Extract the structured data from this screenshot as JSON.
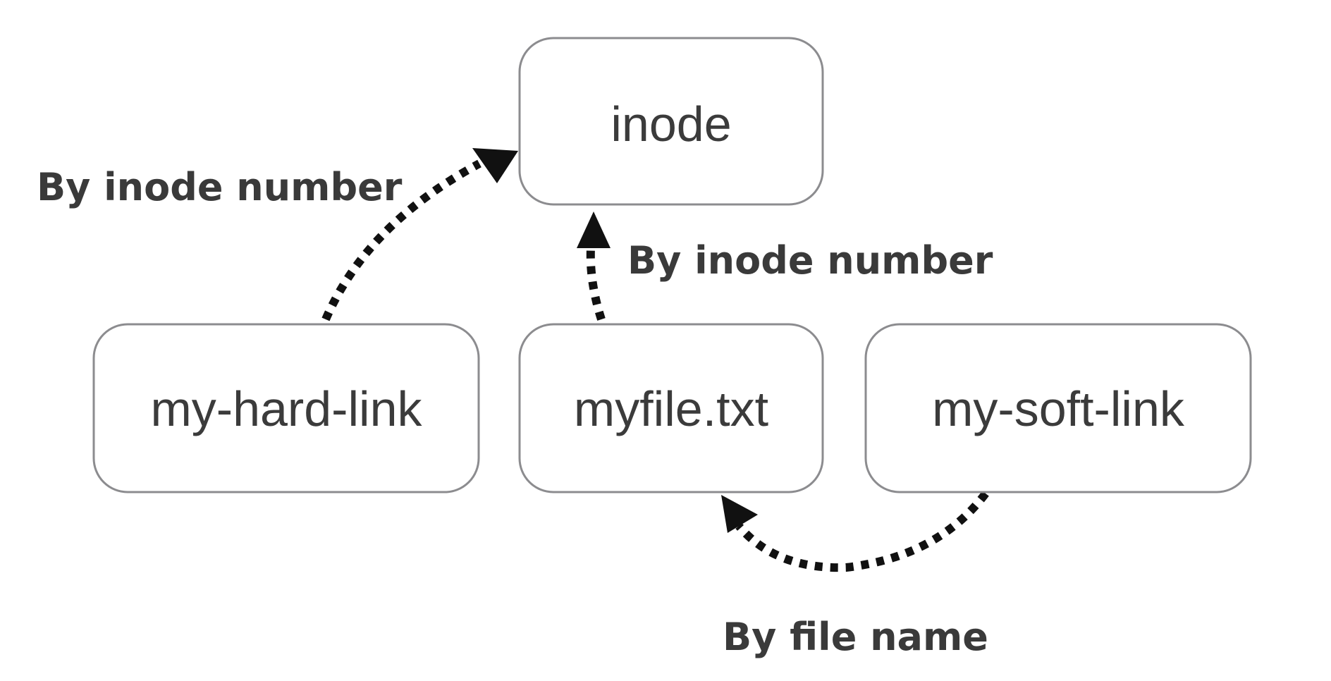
{
  "diagram": {
    "nodes": {
      "inode": {
        "label": "inode"
      },
      "hard_link": {
        "label": "my-hard-link"
      },
      "file": {
        "label": "myfile.txt"
      },
      "soft_link": {
        "label": "my-soft-link"
      }
    },
    "edges": {
      "hard_to_inode": {
        "label": "By inode number",
        "style": "dotted"
      },
      "file_to_inode": {
        "label": "By inode number",
        "style": "dotted"
      },
      "soft_to_file": {
        "label": "By file name",
        "style": "dotted"
      }
    },
    "colors": {
      "box_border": "#8c8c8f",
      "node_text": "#3b3b3b",
      "label_text": "#3a3a3a",
      "arrow": "#111111"
    }
  }
}
